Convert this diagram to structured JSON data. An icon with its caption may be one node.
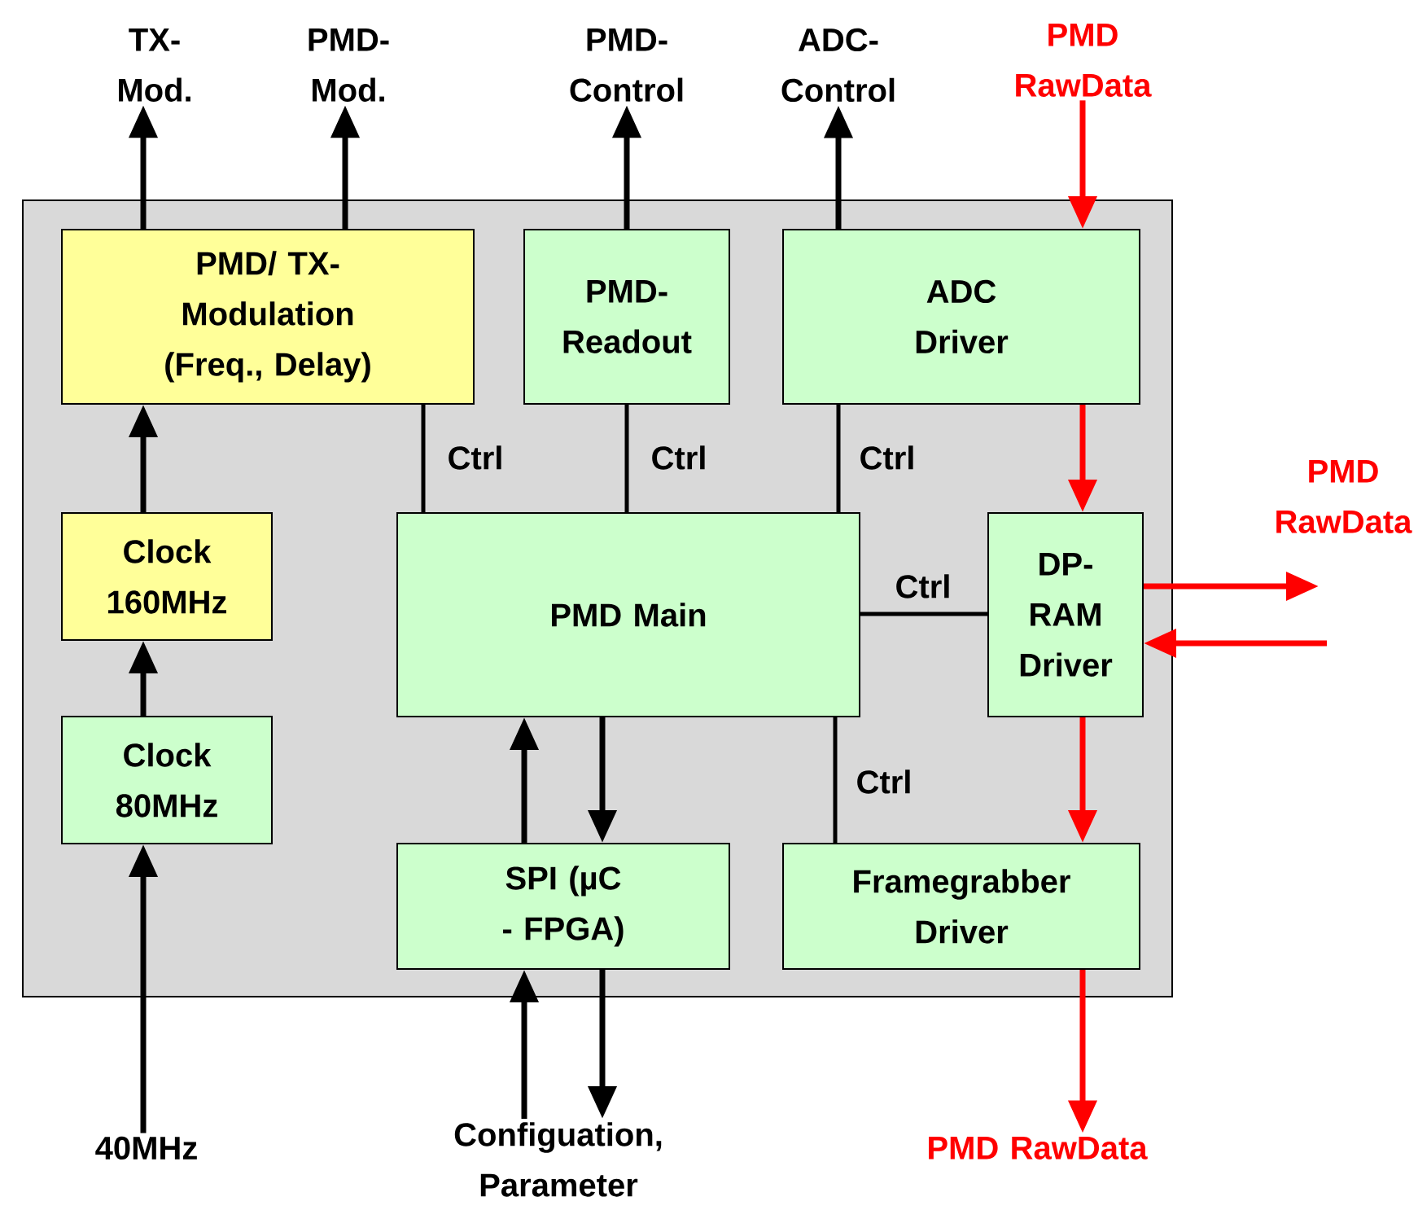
{
  "diagram": {
    "nodes": [
      {
        "text": [],
        "shape": "box"
      },
      {
        "text": [
          "PMD/ TX-Modulation (Freq., Delay)"
        ],
        "in": 0
      },
      {
        "text": [
          "PMD-Readout"
        ],
        "in": 0
      },
      {
        "text": [
          "ADC Driver"
        ],
        "in": 0
      },
      {
        "text": [
          "Clock 160MHz"
        ],
        "in": 0
      },
      {
        "text": [
          "Clock 80MHz"
        ],
        "in": 0
      },
      {
        "text": [
          "PMD Main"
        ],
        "in": 0
      },
      {
        "text": [
          "DP-RAM Driver"
        ],
        "in": 0
      },
      {
        "text": [
          "SPI (µC - FPGA)"
        ],
        "in": 0
      },
      {
        "text": [
          "Framegrabber Driver"
        ],
        "in": 0
      },
      {
        "text": [
          "TX-Mod."
        ]
      },
      {
        "text": [
          "PMD-Mod."
        ]
      },
      {
        "text": [
          "PMD-Control"
        ]
      },
      {
        "text": [
          "ADC-Control"
        ]
      },
      {
        "text": [
          "PMD RawData"
        ]
      },
      {
        "text": [
          "PMD RawData"
        ]
      },
      {
        "text": [
          "PMD RawData"
        ]
      },
      {
        "text": [
          "40MHz"
        ]
      },
      {
        "text": [
          "Configuation, Parameter"
        ]
      }
    ],
    "edges": [
      {
        "from": 1,
        "to": 10,
        "arrow": "to"
      },
      {
        "from": 1,
        "to": 11,
        "arrow": "to"
      },
      {
        "from": 2,
        "to": 12,
        "arrow": "to"
      },
      {
        "from": 3,
        "to": 13,
        "arrow": "to"
      },
      {
        "from": 14,
        "to": 3,
        "arrow": "to",
        "color": "#ff0000"
      },
      {
        "from": 3,
        "to": 7,
        "arrow": "to",
        "color": "#ff0000"
      },
      {
        "from": 7,
        "to": null,
        "arrow": "to",
        "color": "#ff0000"
      },
      {
        "from": null,
        "to": 7,
        "arrow": "to",
        "color": "#ff0000"
      },
      {
        "from": 7,
        "to": 9,
        "arrow": "to",
        "color": "#ff0000"
      },
      {
        "from": 9,
        "to": 16,
        "arrow": "to",
        "color": "#ff0000"
      },
      {
        "from": 6,
        "to": 1,
        "arrow": "none",
        "label": "Ctrl"
      },
      {
        "from": 6,
        "to": 2,
        "arrow": "none",
        "label": "Ctrl"
      },
      {
        "from": 6,
        "to": 3,
        "arrow": "none",
        "label": "Ctrl"
      },
      {
        "from": 6,
        "to": 7,
        "arrow": "none",
        "label": "Ctrl"
      },
      {
        "from": 6,
        "to": 9,
        "arrow": "none",
        "label": "Ctrl"
      },
      {
        "from": 5,
        "to": 4,
        "arrow": "to"
      },
      {
        "from": 4,
        "to": 1,
        "arrow": "to"
      },
      {
        "from": 17,
        "to": 5,
        "arrow": "to"
      },
      {
        "from": 8,
        "to": 6,
        "arrow": "to"
      },
      {
        "from": 6,
        "to": 8,
        "arrow": "to"
      },
      {
        "from": 18,
        "to": 8,
        "arrow": "to"
      },
      {
        "from": 8,
        "to": 18,
        "arrow": "to"
      }
    ]
  }
}
